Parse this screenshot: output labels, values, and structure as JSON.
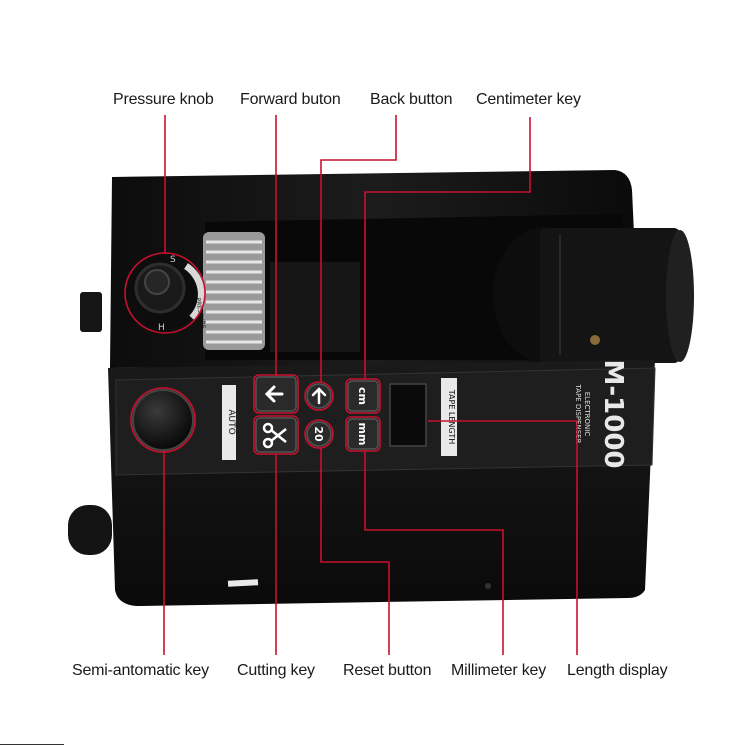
{
  "callouts_top": [
    {
      "id": "pressure-knob",
      "text": "Pressure knob"
    },
    {
      "id": "forward-button",
      "text": "Forward buton"
    },
    {
      "id": "back-button",
      "text": "Back button"
    },
    {
      "id": "centimeter-key",
      "text": "Centimeter key"
    }
  ],
  "callouts_bottom": [
    {
      "id": "semi-automatic-key",
      "text": "Semi-antomatic key"
    },
    {
      "id": "cutting-key",
      "text": "Cutting key"
    },
    {
      "id": "reset-button",
      "text": "Reset button"
    },
    {
      "id": "millimeter-key",
      "text": "Millimeter key"
    },
    {
      "id": "length-display",
      "text": "Length display"
    }
  ],
  "device": {
    "brand": "M-1000",
    "subtitle_line1": "ELECTRONIC",
    "subtitle_line2": "TAPE DISPENSER",
    "auto_label": "AUTO",
    "tape_length_label": "TAPE LENGTH",
    "cm_key": "cm",
    "mm_key": "mm",
    "reset_key": "20",
    "knob_marks": [
      "S",
      "PRESSURE",
      "H"
    ]
  },
  "colors": {
    "callout_line": "#c8102e",
    "device_body": "#121212"
  }
}
